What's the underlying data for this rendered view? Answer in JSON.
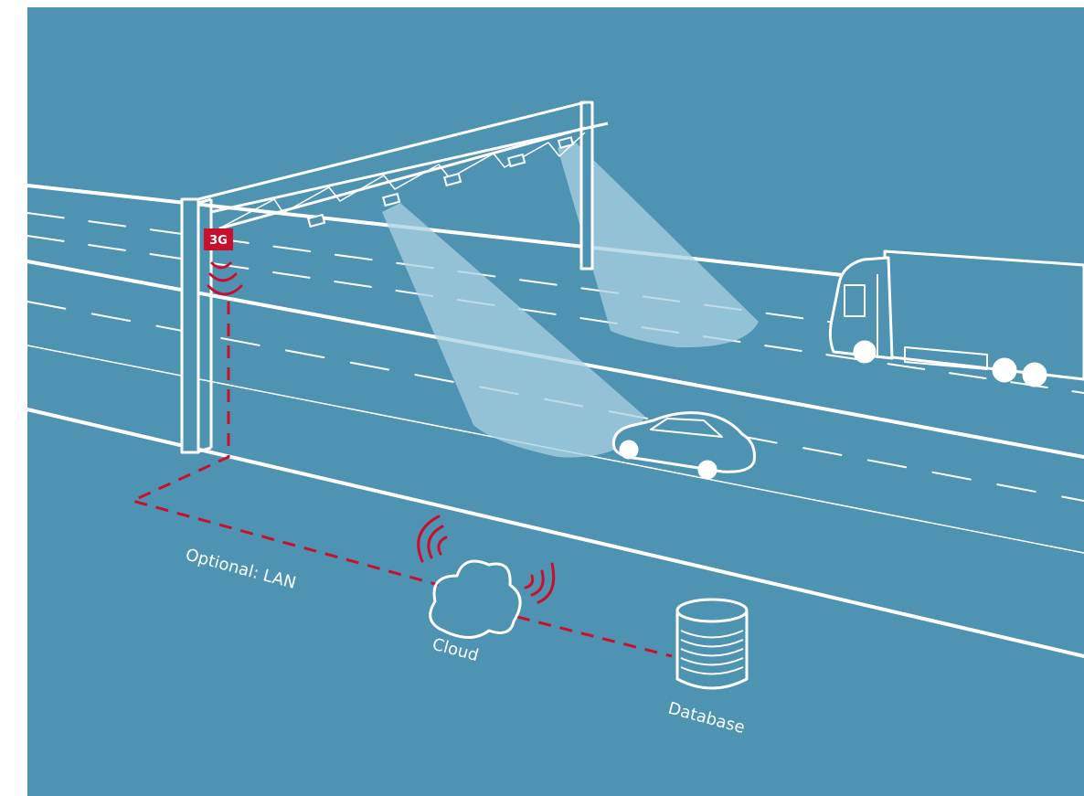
{
  "diagram": {
    "colors": {
      "background": "#4f93b3",
      "line": "#ffffff",
      "accent": "#c8102e",
      "beam": "#a9d1e2"
    },
    "badge": "3G",
    "labels": {
      "lan": "Optional: LAN",
      "cloud": "Cloud",
      "database": "Database"
    },
    "icons": [
      "gantry-icon",
      "camera-icon",
      "truck-icon",
      "car-icon",
      "cloud-icon",
      "database-icon",
      "wireless-signal-icon"
    ]
  }
}
